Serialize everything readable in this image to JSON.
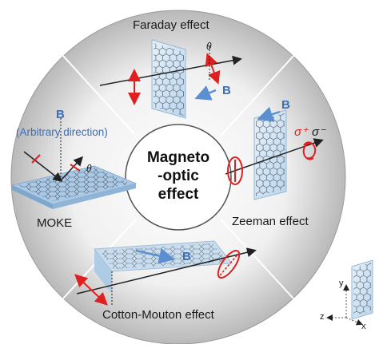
{
  "center": {
    "line1": "Magneto",
    "line2": "-optic",
    "line3": "effect"
  },
  "sections": {
    "faraday": {
      "title": "Faraday effect",
      "field_label": "B",
      "angle_label": "θ"
    },
    "zeeman": {
      "title": "Zeeman effect",
      "field_label": "B",
      "sigma_plus": "σ⁺",
      "sigma_minus": "σ⁻"
    },
    "moke": {
      "title": "MOKE",
      "field_label": "B",
      "field_note": "(Arbitrary direction)",
      "angle_label": "θ"
    },
    "cotton_mouton": {
      "title": "Cotton-Mouton effect",
      "field_label": "B"
    }
  },
  "axes": {
    "x": "x",
    "y": "y",
    "z": "z"
  },
  "colors": {
    "disk_gradient_center": "#ffffff",
    "disk_gradient_edge": "#bdbdbd",
    "field_arrow": "#5b8fd0",
    "polarization": "#e02020",
    "graphene_sheet": "#cfe3f5",
    "lattice": "#3c3c3c"
  }
}
